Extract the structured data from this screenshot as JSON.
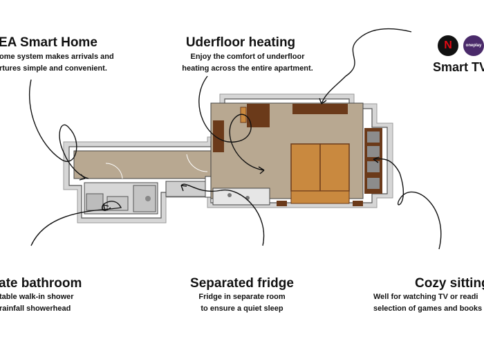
{
  "features": {
    "smart_home": {
      "title": "EA Smart Home",
      "lines": [
        "ome system makes arrivals and",
        "rtures simple and convenient."
      ]
    },
    "underfloor": {
      "title": "Uderfloor heating",
      "lines": [
        "Enjoy the comfort of underfloor",
        "heating across the entire apartment."
      ]
    },
    "smart_tv": {
      "title": "Smart TV",
      "logos": [
        "netflix-logo-icon",
        "oneplay-logo-icon"
      ],
      "oneplay_text": "oneplay"
    },
    "bathroom": {
      "title": "ate bathroom",
      "lines": [
        "table walk-in shower",
        "rainfall showerhead"
      ]
    },
    "fridge": {
      "title": "Separated fridge",
      "lines": [
        "Fridge in separate room",
        "to ensure a quiet sleep"
      ]
    },
    "sitting": {
      "title": "Cozy sitting",
      "lines": [
        "Well for watching TV or readi",
        "selection of games and books"
      ]
    }
  },
  "colors": {
    "floor": "#b8a891",
    "wood": "#c9893f",
    "dark_wood": "#6b3a1a",
    "wall": "#ffffff",
    "wall_outline": "#444444",
    "outer_gray": "#cfcfcf",
    "netflix": "#111111",
    "netflix_red": "#e50914",
    "oneplay": "#4a2a6a"
  }
}
